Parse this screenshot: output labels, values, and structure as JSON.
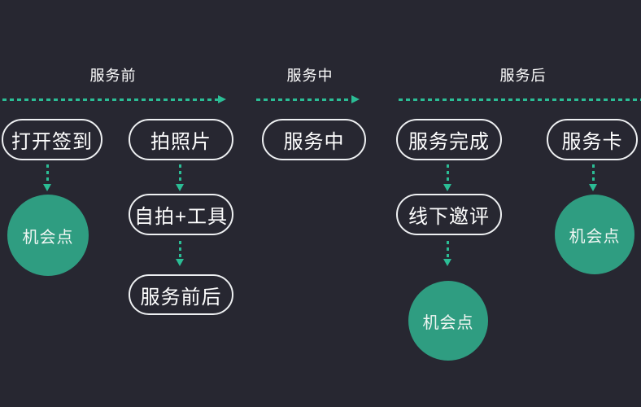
{
  "diagram": {
    "title_hint": "service journey flow",
    "colors": {
      "background": "#272731",
      "accent_teal": "#2bbd95",
      "circle_green": "#2f9d81",
      "pill_border": "#eef0f2",
      "text": "#ffffff"
    },
    "phases": {
      "pre": {
        "label": "服务前"
      },
      "mid": {
        "label": "服务中"
      },
      "post": {
        "label": "服务后"
      }
    },
    "nodes": {
      "open_checkin": {
        "label": "打开签到"
      },
      "take_photo": {
        "label": "拍照片"
      },
      "in_service": {
        "label": "服务中"
      },
      "service_complete": {
        "label": "服务完成"
      },
      "service_card": {
        "label": "服务卡"
      },
      "selfie_tools": {
        "label": "自拍+工具"
      },
      "service_before_after": {
        "label": "服务前后"
      },
      "offline_review_invite": {
        "label": "线下邀评"
      },
      "opportunity_pre": {
        "label": "机会点"
      },
      "opportunity_post_main": {
        "label": "机会点"
      },
      "opportunity_post_card": {
        "label": "机会点"
      }
    }
  }
}
